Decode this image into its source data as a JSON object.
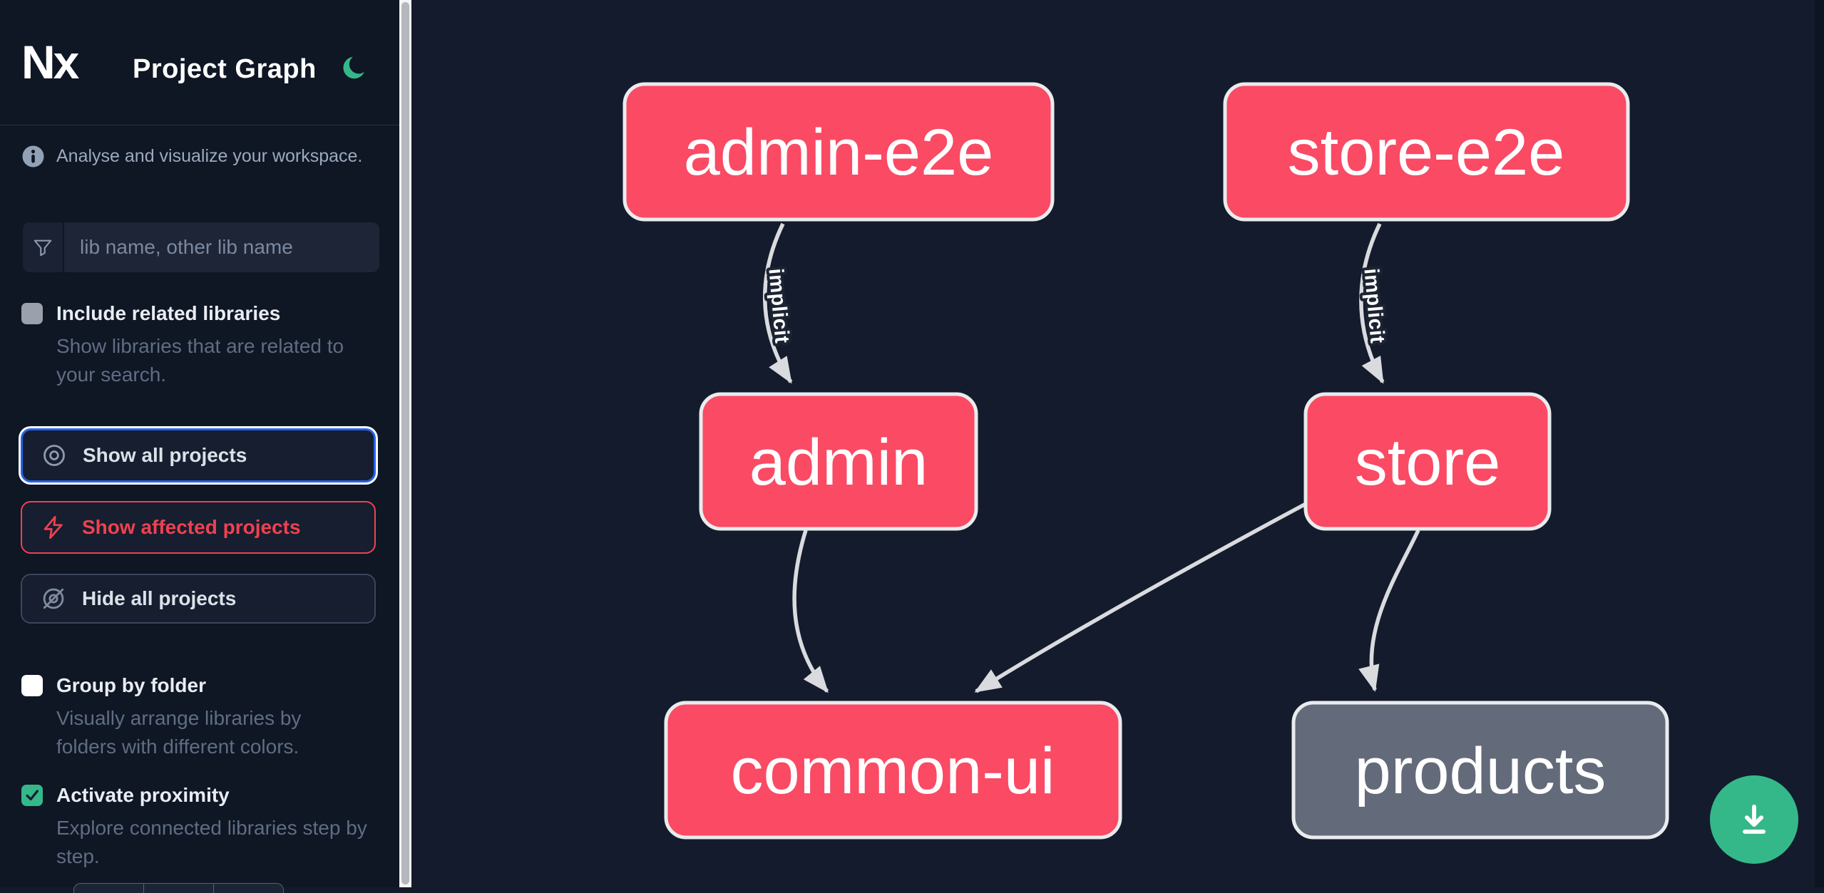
{
  "header": {
    "logo_text": "Nx",
    "title": "Project Graph",
    "theme_icon": "moon-icon"
  },
  "sidebar": {
    "tagline": "Analyse and visualize your workspace.",
    "search": {
      "placeholder": "lib name, other lib name",
      "value": ""
    },
    "toggles": [
      {
        "label": "Include related libraries",
        "description": "Show libraries that are related to your search.",
        "checked": false
      },
      {
        "label": "Group by folder",
        "description": "Visually arrange libraries by folders with different colors.",
        "checked": false
      },
      {
        "label": "Activate proximity",
        "description": "Explore connected libraries step by step.",
        "checked": true
      }
    ],
    "buttons": [
      {
        "label": "Show all projects",
        "icon": "eye-icon",
        "state": "focused"
      },
      {
        "label": "Show affected projects",
        "icon": "bolt-icon",
        "state": "default"
      },
      {
        "label": "Hide all projects",
        "icon": "eye-off-icon",
        "state": "default"
      }
    ]
  },
  "graph": {
    "nodes": [
      {
        "label": "admin-e2e",
        "color": "pink"
      },
      {
        "label": "store-e2e",
        "color": "pink"
      },
      {
        "label": "admin",
        "color": "pink"
      },
      {
        "label": "store",
        "color": "pink"
      },
      {
        "label": "common-ui",
        "color": "pink"
      },
      {
        "label": "products",
        "color": "gray"
      }
    ],
    "edges": [
      {
        "from": "admin-e2e",
        "to": "admin",
        "label": "implicit"
      },
      {
        "from": "store-e2e",
        "to": "store",
        "label": "implicit"
      },
      {
        "from": "admin",
        "to": "common-ui",
        "label": ""
      },
      {
        "from": "store",
        "to": "common-ui",
        "label": ""
      },
      {
        "from": "store",
        "to": "products",
        "label": ""
      }
    ]
  },
  "fab": {
    "icon": "download-icon"
  },
  "colors": {
    "node_pink": "#fa4a64",
    "node_gray": "#636b7a",
    "node_border": "#e9ebee",
    "edge": "#d9dbde",
    "accent_green": "#35b889",
    "accent_red": "#ef4150",
    "focus_blue": "#2563eb",
    "sidebar_bg": "#0f1624",
    "canvas_bg": "#141b2c"
  }
}
